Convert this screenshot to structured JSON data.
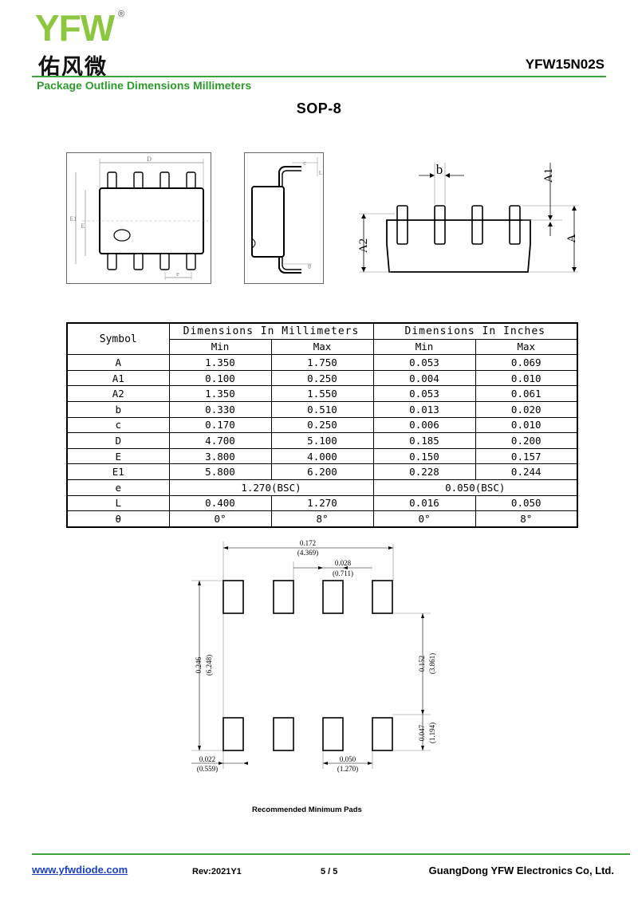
{
  "header": {
    "logo_letters": "YFW",
    "logo_reg": "®",
    "logo_cn": "佑风微",
    "part_number": "YFW15N02S",
    "section_title": "Package Outline Dimensions Millimeters"
  },
  "package_title": "SOP-8",
  "drawing_labels": {
    "top_view": {
      "D": "D",
      "E": "E",
      "E1": "E1",
      "e": "e"
    },
    "side_view": {
      "c": "c",
      "L": "L",
      "theta": "θ"
    },
    "front_view": {
      "b": "b",
      "A1": "A1",
      "A": "A",
      "A2": "A2"
    }
  },
  "table": {
    "symbol_header": "Symbol",
    "mm_header": "Dimensions In Millimeters",
    "in_header": "Dimensions In Inches",
    "min_label": "Min",
    "max_label": "Max",
    "rows": [
      {
        "symbol": "A",
        "mm_min": "1.350",
        "mm_max": "1.750",
        "in_min": "0.053",
        "in_max": "0.069"
      },
      {
        "symbol": "A1",
        "mm_min": "0.100",
        "mm_max": "0.250",
        "in_min": "0.004",
        "in_max": "0.010"
      },
      {
        "symbol": "A2",
        "mm_min": "1.350",
        "mm_max": "1.550",
        "in_min": "0.053",
        "in_max": "0.061"
      },
      {
        "symbol": "b",
        "mm_min": "0.330",
        "mm_max": "0.510",
        "in_min": "0.013",
        "in_max": "0.020"
      },
      {
        "symbol": "c",
        "mm_min": "0.170",
        "mm_max": "0.250",
        "in_min": "0.006",
        "in_max": "0.010"
      },
      {
        "symbol": "D",
        "mm_min": "4.700",
        "mm_max": "5.100",
        "in_min": "0.185",
        "in_max": "0.200"
      },
      {
        "symbol": "E",
        "mm_min": "3.800",
        "mm_max": "4.000",
        "in_min": "0.150",
        "in_max": "0.157"
      },
      {
        "symbol": "E1",
        "mm_min": "5.800",
        "mm_max": "6.200",
        "in_min": "0.228",
        "in_max": "0.244"
      }
    ],
    "row_e": {
      "symbol": "e",
      "mm": "1.270(BSC)",
      "in": "0.050(BSC)"
    },
    "row_L": {
      "symbol": "L",
      "mm_min": "0.400",
      "mm_max": "1.270",
      "in_min": "0.016",
      "in_max": "0.050"
    },
    "row_theta": {
      "symbol": "θ",
      "mm_min": "0°",
      "mm_max": "8°",
      "in_min": "0°",
      "in_max": "8°"
    }
  },
  "pads": {
    "span_in": "0.172",
    "span_mm": "(4.369)",
    "pitch_top_in": "0.028",
    "pitch_top_mm": "(0.711)",
    "height_in": "0.246",
    "height_mm": "(6.248)",
    "gap_in": "0.152",
    "gap_mm": "(3.861)",
    "pad_len_in": "0.047",
    "pad_len_mm": "(1.194)",
    "pad_w_in": "0.022",
    "pad_w_mm": "(0.559)",
    "pitch_in": "0.050",
    "pitch_mm": "(1.270)",
    "caption": "Recommended Minimum Pads"
  },
  "footer": {
    "website": "www.yfwdiode.com",
    "rev": "Rev:2021Y1",
    "page": "5 / 5",
    "company": "GuangDong YFW Electronics Co, Ltd."
  },
  "colors": {
    "brand_green": "#8dc63f",
    "rule_green": "#3aa53a",
    "link_blue": "#1a3fbf"
  }
}
